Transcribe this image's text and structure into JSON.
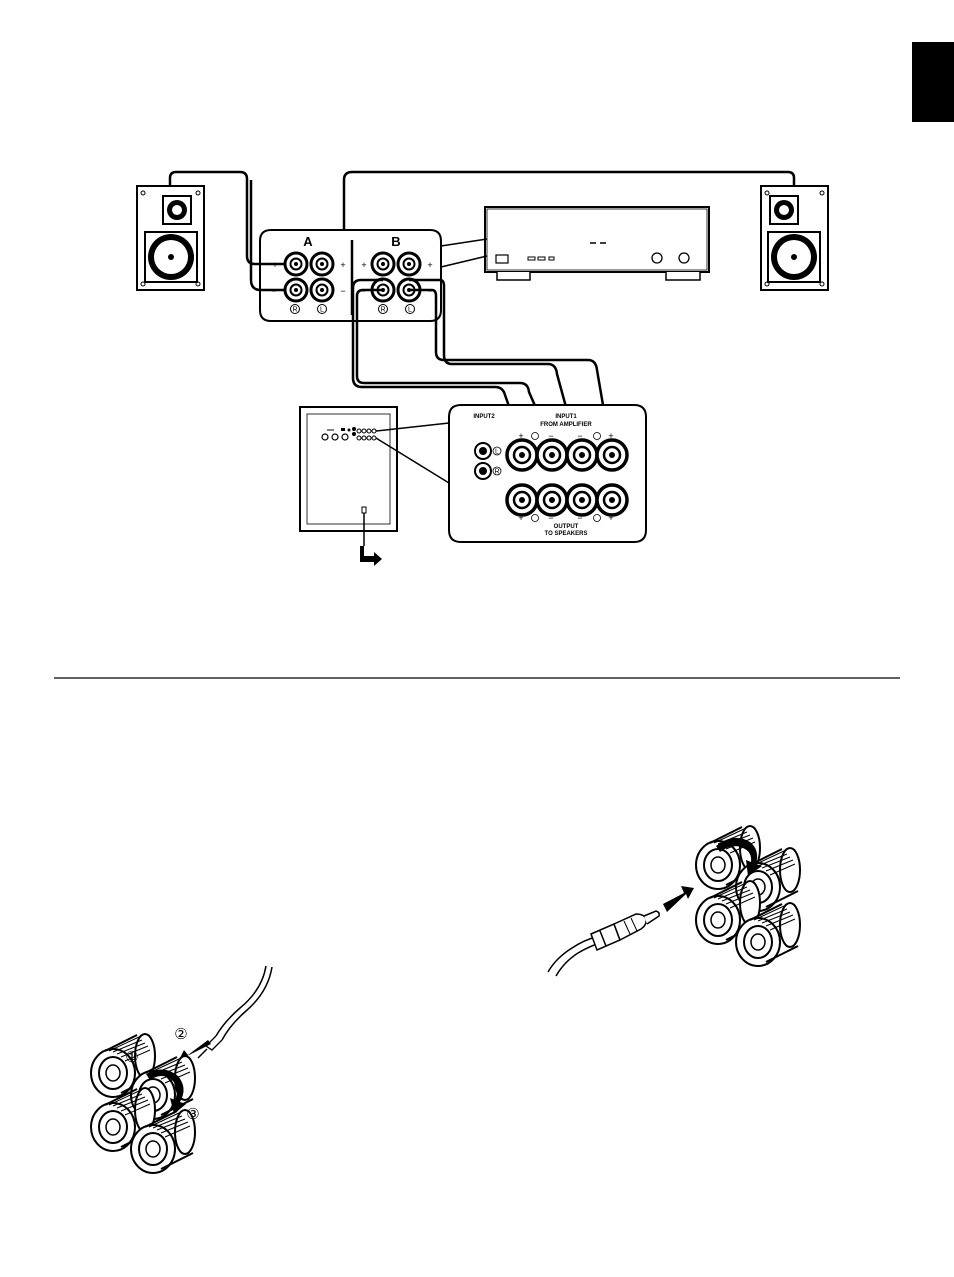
{
  "amp_terminals": {
    "group_a_label": "A",
    "group_b_label": "B",
    "plus": "+",
    "minus": "−",
    "right": "R",
    "left": "L"
  },
  "sub_panel": {
    "inputs2_label": "INPUT2",
    "inputs1_label": "INPUT1",
    "from_amplifier_label": "FROM AMPLIFIER",
    "output_label": "OUTPUT",
    "to_speakers_label": "TO SPEAKERS",
    "plus": "+",
    "minus": "−",
    "right": "R",
    "left": "L"
  },
  "steps": {
    "step1": "①",
    "step2": "②",
    "step3": "③"
  },
  "icons": [
    "speaker-icon",
    "amplifier-icon",
    "subwoofer-icon",
    "binding-post-icon",
    "banana-plug-icon",
    "arrow-icon"
  ],
  "colors": {
    "ink": "#000000",
    "paper": "#ffffff",
    "tab": "#000000"
  }
}
